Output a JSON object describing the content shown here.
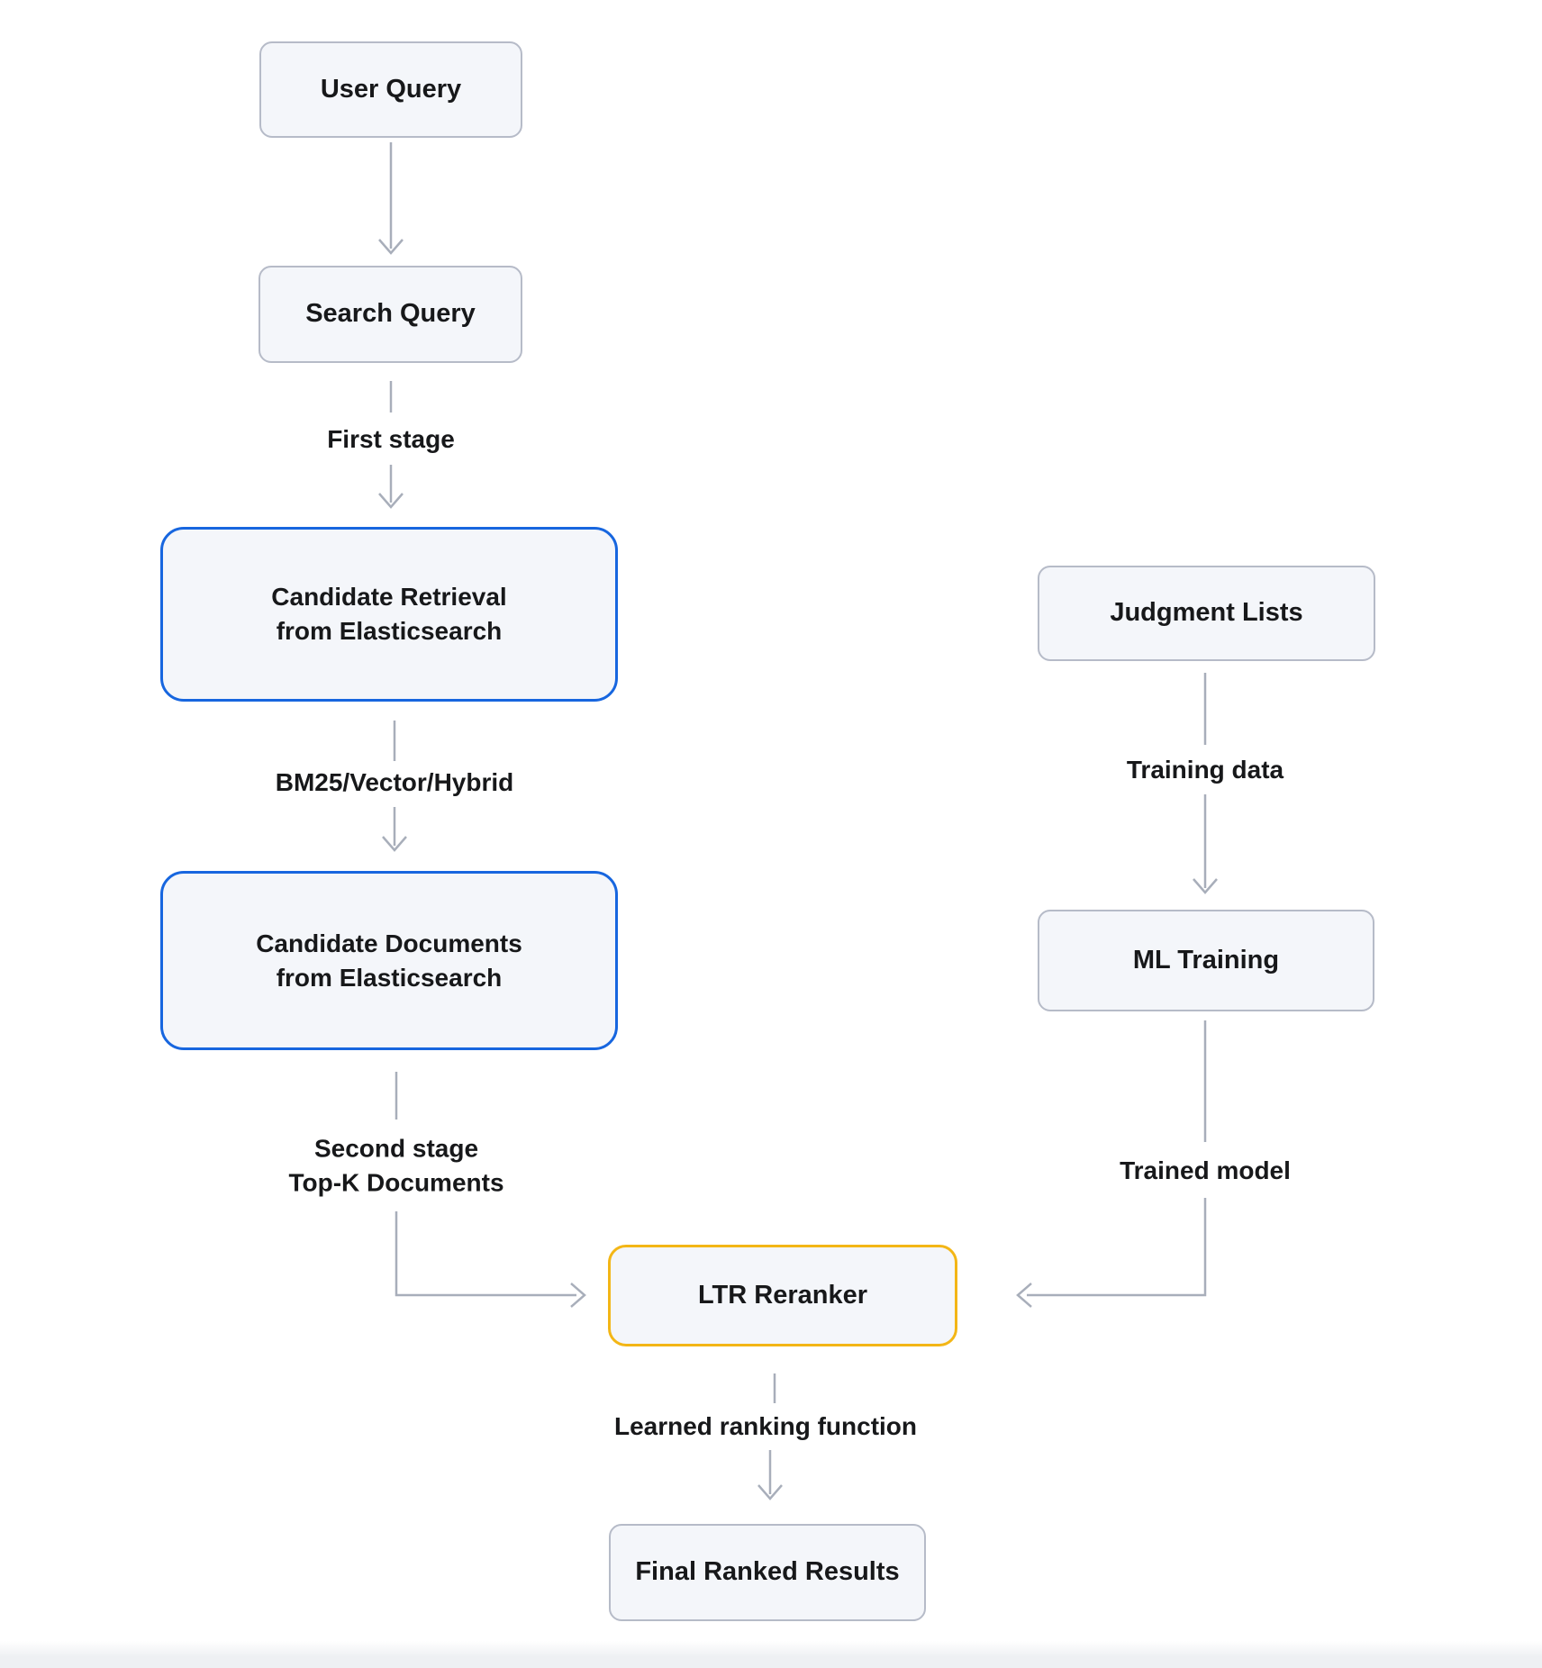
{
  "diagram": {
    "type": "flowchart",
    "subject": "Learning-to-Rank search pipeline",
    "colors": {
      "background": "#ffffff",
      "node_fill": "#f4f6fa",
      "node_border_gray": "#b6bbc8",
      "node_border_blue": "#1766df",
      "node_border_yellow": "#f3b616",
      "connector": "#a8aeba",
      "text": "#17181a",
      "bottom_strip": "#eef0f3"
    },
    "nodes": {
      "user_query": {
        "label": "User Query",
        "border": "gray"
      },
      "search_query": {
        "label": "Search Query",
        "border": "gray"
      },
      "candidate_retrieval": {
        "line1": "Candidate Retrieval",
        "line2": "from Elasticsearch",
        "border": "blue"
      },
      "candidate_documents": {
        "line1": "Candidate Documents",
        "line2": "from Elasticsearch",
        "border": "blue"
      },
      "judgment_lists": {
        "label": "Judgment Lists",
        "border": "gray"
      },
      "ml_training": {
        "label": "ML Training",
        "border": "gray"
      },
      "ltr_reranker": {
        "label": "LTR Reranker",
        "border": "yellow"
      },
      "final_ranked_results": {
        "label": "Final Ranked Results",
        "border": "gray"
      }
    },
    "edge_labels": {
      "first_stage": "First stage",
      "retrieval_method": "BM25/Vector/Hybrid",
      "second_stage_line1": "Second stage",
      "second_stage_line2": "Top-K Documents",
      "training_data": "Training data",
      "trained_model": "Trained model",
      "learned_ranking_function": "Learned ranking function"
    },
    "edges": [
      {
        "from": "user_query",
        "to": "search_query",
        "label_key": ""
      },
      {
        "from": "search_query",
        "to": "candidate_retrieval",
        "label_key": "first_stage"
      },
      {
        "from": "candidate_retrieval",
        "to": "candidate_documents",
        "label_key": "retrieval_method"
      },
      {
        "from": "candidate_documents",
        "to": "ltr_reranker",
        "label_key": "second_stage_line1 + second_stage_line2"
      },
      {
        "from": "judgment_lists",
        "to": "ml_training",
        "label_key": "training_data"
      },
      {
        "from": "ml_training",
        "to": "ltr_reranker",
        "label_key": "trained_model"
      },
      {
        "from": "ltr_reranker",
        "to": "final_ranked_results",
        "label_key": "learned_ranking_function"
      }
    ]
  }
}
